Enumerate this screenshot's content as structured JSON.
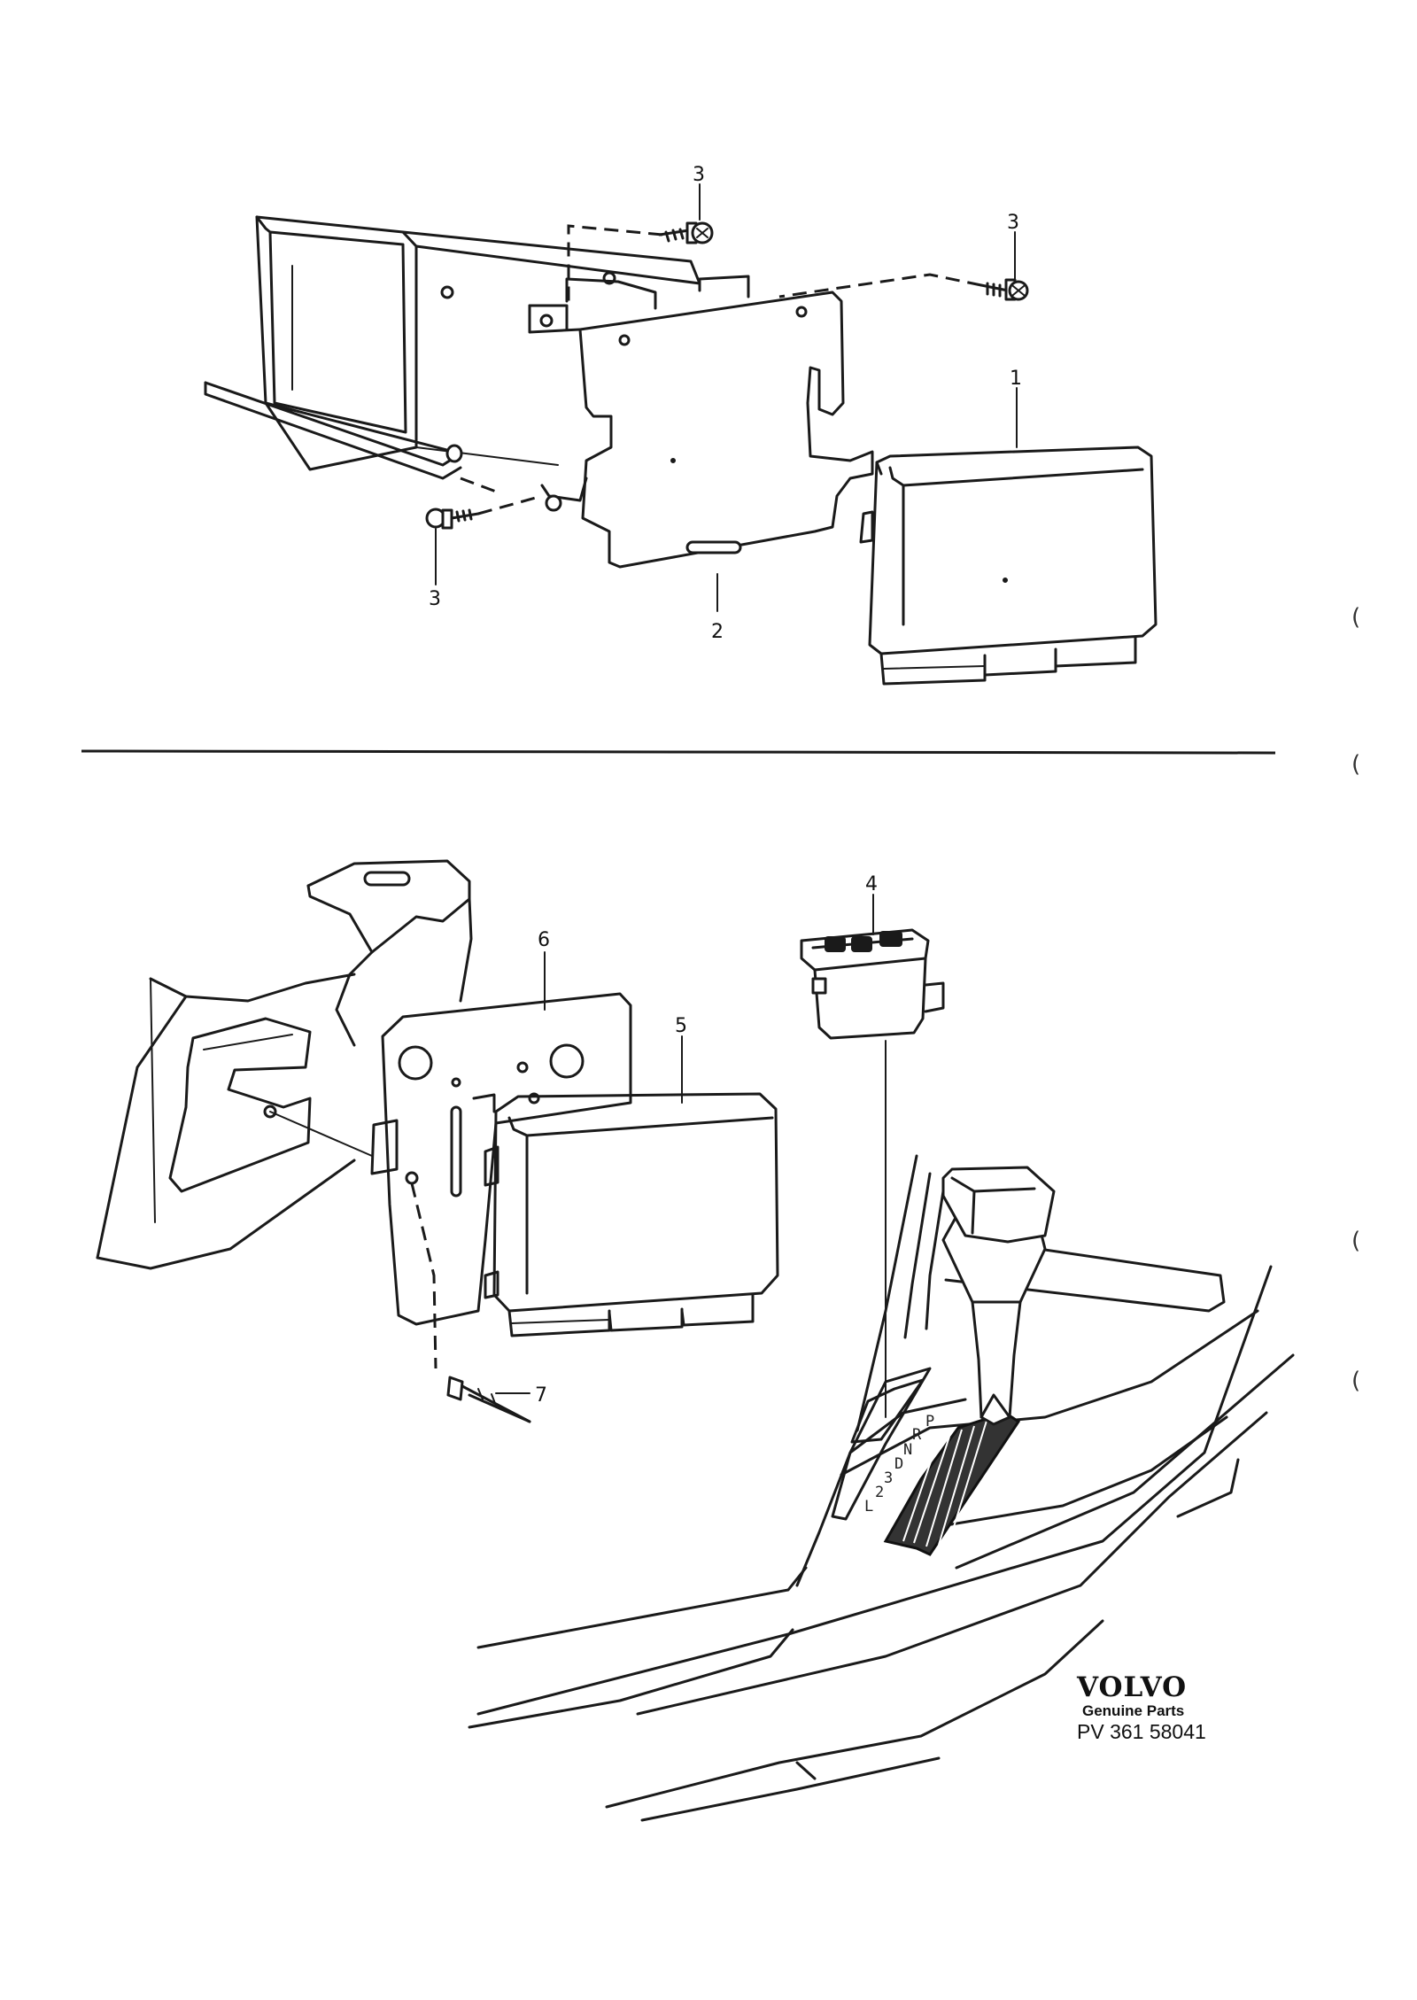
{
  "callouts": {
    "c1": "1",
    "c2": "2",
    "c3a": "3",
    "c3b": "3",
    "c3c": "3",
    "c4": "4",
    "c5": "5",
    "c6": "6",
    "c7": "7"
  },
  "gear_positions": [
    "P",
    "R",
    "N",
    "D",
    "3",
    "2",
    "L"
  ],
  "brand": {
    "logo": "VOLVO",
    "subtitle": "Genuine Parts",
    "code": "PV 361 58041"
  },
  "margin_marks": [
    "(",
    "(",
    "(",
    "("
  ]
}
